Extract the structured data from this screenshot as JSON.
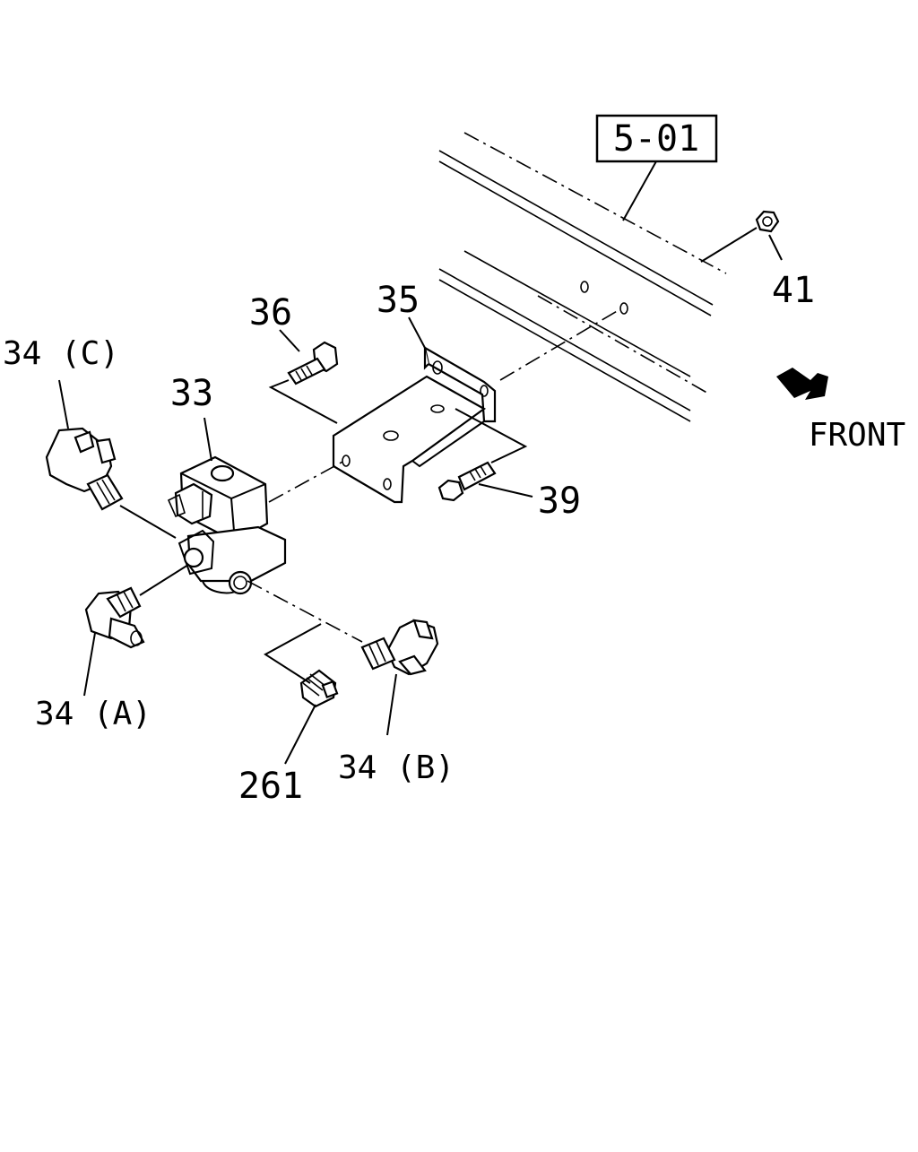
{
  "diagram": {
    "ref_box": "5-01",
    "direction_label": "FRONT",
    "callouts": {
      "p41": "41",
      "p36": "36",
      "p35": "35",
      "p33": "33",
      "p34c": "34 (C)",
      "p39": "39",
      "p34a": "34 (A)",
      "p261": "261",
      "p34b": "34 (B)"
    }
  }
}
